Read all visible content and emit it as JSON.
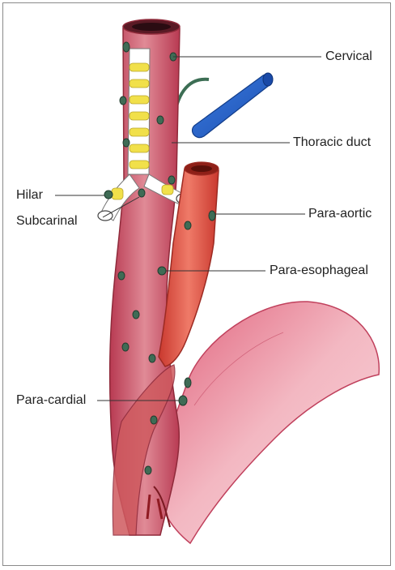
{
  "labels": {
    "cervical": "Cervical",
    "thoracic_duct": "Thoracic duct",
    "hilar": "Hilar",
    "subcarinal": "Subcarinal",
    "para_aortic": "Para-aortic",
    "para_esophageal": "Para-esophageal",
    "para_cardial": "Para-cardial"
  },
  "colors": {
    "esophagus": "#c8455a",
    "aorta": "#d9473a",
    "stomach": "#ee9fae",
    "vein": "#2a62c7",
    "lymph_node": "#3f6b55",
    "trachea_ring": "#f1e04a",
    "leader_line": "#333333"
  }
}
